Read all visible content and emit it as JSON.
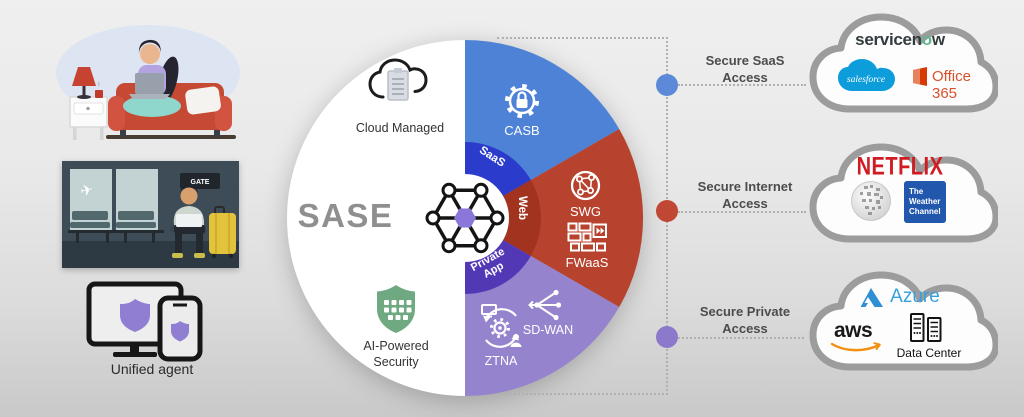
{
  "left_panel": {
    "unified_agent_label": "Unified agent",
    "airport_gate_sign": "GATE"
  },
  "wheel": {
    "title": "SASE",
    "cloud_managed_label": "Cloud Managed",
    "ai_security_line1": "AI-Powered",
    "ai_security_line2": "Security",
    "segments": {
      "casb": "CASB",
      "swg": "SWG",
      "fwaas": "FWaaS",
      "sdwan": "SD-WAN",
      "ztna": "ZTNA"
    },
    "rings": {
      "saas": "SaaS",
      "web": "Web",
      "private_line1": "Private",
      "private_line2": "App"
    },
    "colors": {
      "casb_segment": "#4d82d6",
      "swg_fwaas_segment": "#b7432e",
      "sdwan_ztna_segment": "#9584cd",
      "saas_ring": "#2b3ccc",
      "web_ring": "#a1331f",
      "private_app_ring": "#5338b6",
      "hub_center_node": "#8b76d9",
      "ai_shield_green": "#6fa981"
    }
  },
  "connections": [
    {
      "line1": "Secure SaaS",
      "line2": "Access",
      "dot_color": "#5d8ad8"
    },
    {
      "line1": "Secure Internet",
      "line2": "Access",
      "dot_color": "#bf4733"
    },
    {
      "line1": "Secure Private",
      "line2": "Access",
      "dot_color": "#8d79cc"
    }
  ],
  "clouds": {
    "saas": {
      "servicenow_pre": "servicen",
      "servicenow_o": "o",
      "servicenow_post": "w",
      "salesforce": "salesforce",
      "office365": "Office 365"
    },
    "internet": {
      "netflix": "NETFLIX",
      "weather_line1": "The",
      "weather_line2": "Weather",
      "weather_line3": "Channel"
    },
    "private": {
      "azure": "Azure",
      "aws": "aws",
      "datacenter": "Data Center"
    }
  }
}
